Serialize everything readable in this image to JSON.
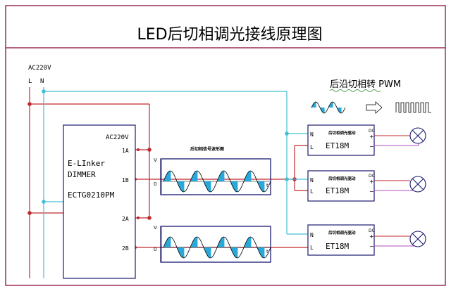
{
  "title": "LED后切相调光接线原理图",
  "supply": {
    "label": "AC220V",
    "line": "L",
    "neutral": "N"
  },
  "dimmer": {
    "line1": "E-LInker",
    "line2": "DIMMER",
    "model": "ECTG0210PM",
    "input_label": "AC220V",
    "terminals": [
      "1A",
      "1B",
      "2A",
      "2B"
    ]
  },
  "waveform_panel": {
    "title": "后切相信号波形图",
    "v_label": "V",
    "origin_label": "0",
    "t_label": "t"
  },
  "pwm": {
    "label": "后沿切相转 PWM"
  },
  "drivers": [
    {
      "model": "ET18M",
      "desc": "后切相调光驱动",
      "dc": "DC",
      "in_n": "N",
      "in_l": "L",
      "plus": "+",
      "minus": "−"
    },
    {
      "model": "ET18M",
      "desc": "后切相调光驱动",
      "dc": "DC",
      "in_n": "N",
      "in_l": "L",
      "plus": "+",
      "minus": "−"
    },
    {
      "model": "ET18M",
      "desc": "后切相调光驱动",
      "dc": "DC",
      "in_n": "N",
      "in_l": "L",
      "plus": "+",
      "minus": "−"
    }
  ],
  "colors": {
    "border": "#9b2d5a",
    "red": "#c0282d",
    "cyan": "#43bfd6",
    "purple": "#b24bbd",
    "navy": "#1a1a70",
    "wave": "#29a9d9"
  }
}
